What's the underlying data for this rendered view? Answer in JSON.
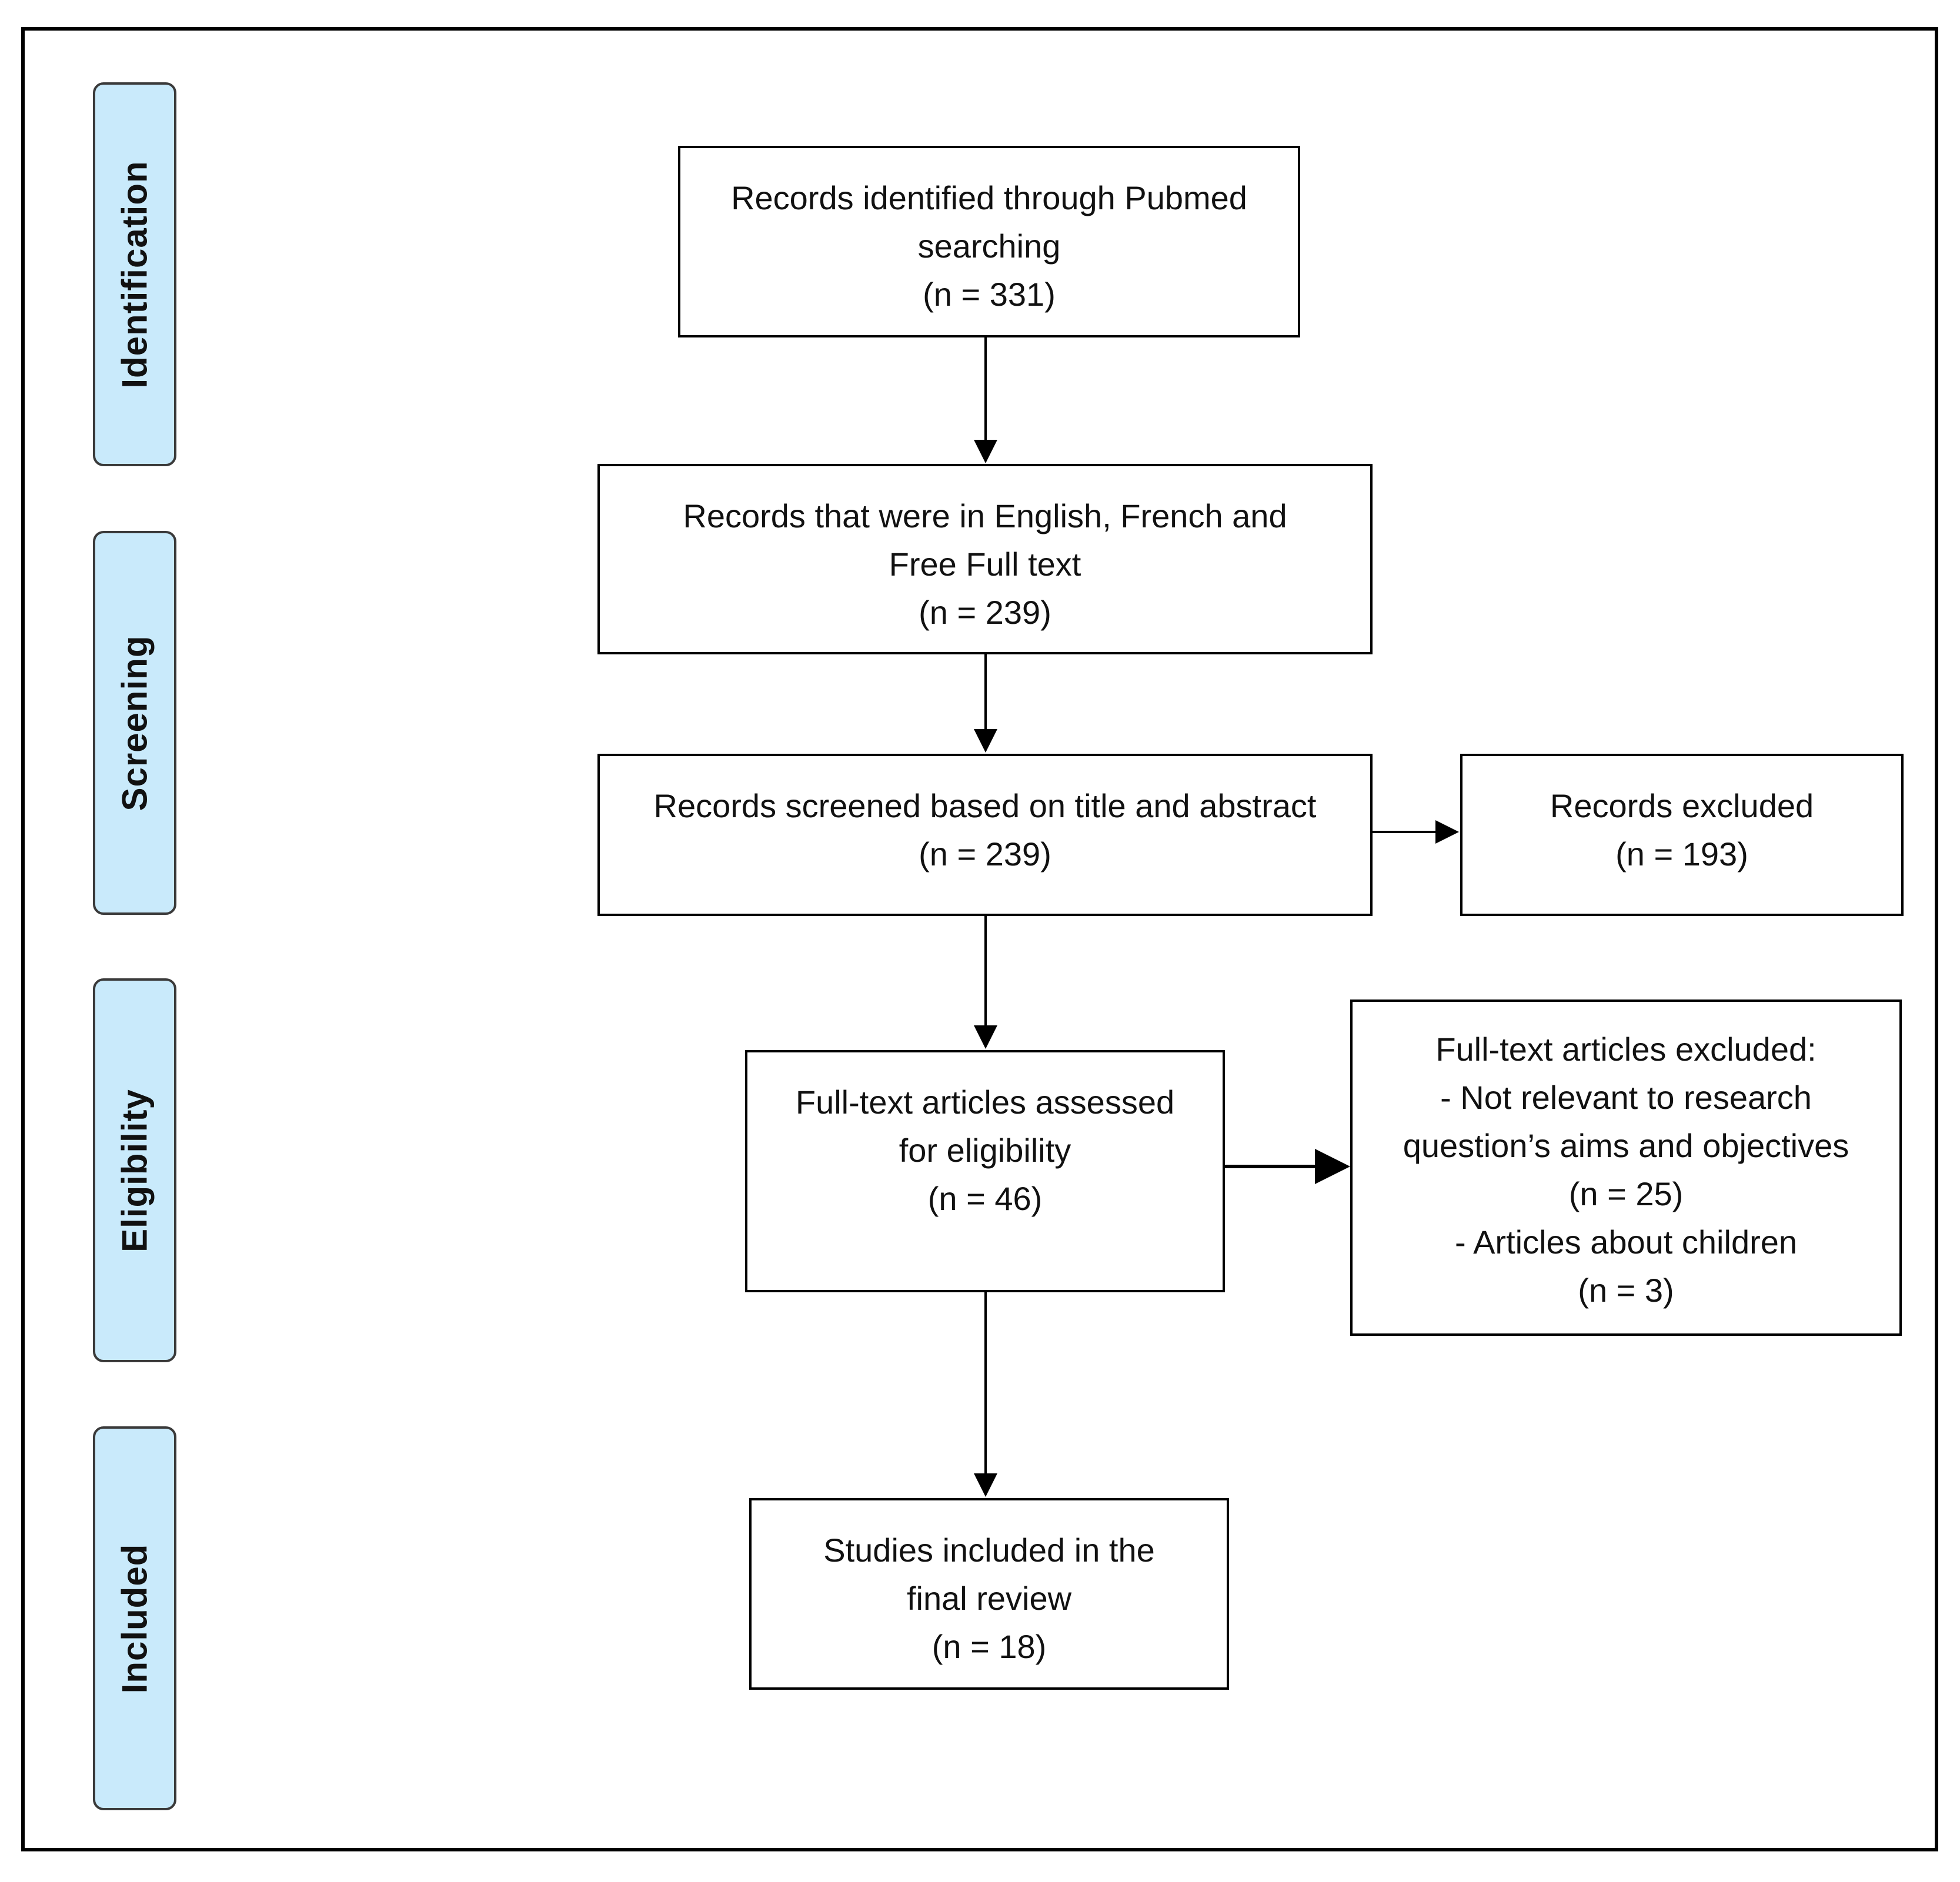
{
  "phases": {
    "identification": "Identification",
    "screening": "Screening",
    "eligibility": "Eligibility",
    "included": "Included"
  },
  "boxes": {
    "identified": {
      "line1": "Records identified through Pubmed",
      "line2": "searching",
      "count": "(n = 331)"
    },
    "language_filter": {
      "line1": "Records that were in English, French and",
      "line2": "Free Full text",
      "count": "(n = 239)"
    },
    "screened": {
      "line1": "Records screened based on title and abstract",
      "count": "(n = 239)"
    },
    "records_excluded": {
      "line1": "Records excluded",
      "count": "(n = 193)"
    },
    "full_text_assessed": {
      "line1": "Full-text articles assessed",
      "line2": "for eligibility",
      "count": "(n = 46)"
    },
    "full_text_excluded": {
      "line1": "Full-text articles excluded:",
      "line2": "- Not relevant to research",
      "line3": "question’s aims and objectives",
      "count1": "(n = 25)",
      "line4": "- Articles about children",
      "count2": "(n = 3)"
    },
    "included": {
      "line1": "Studies included in the",
      "line2": "final review",
      "count": "(n = 18)"
    }
  }
}
